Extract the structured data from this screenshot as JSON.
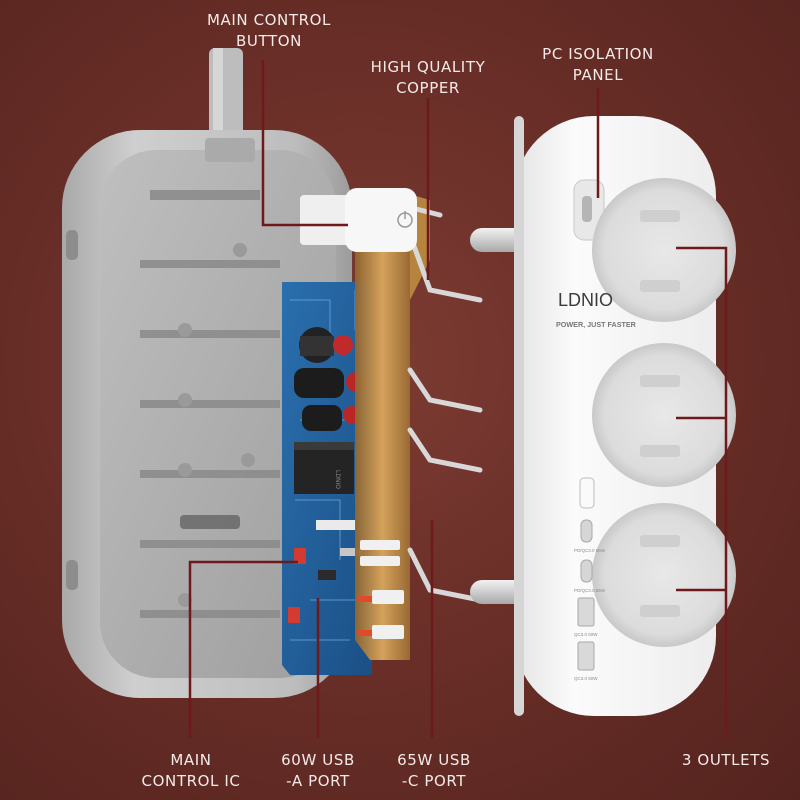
{
  "labels": {
    "main_control_button": [
      "MAIN CONTROL",
      "BUTTON"
    ],
    "high_quality_copper": [
      "HIGH QUALITY",
      "COPPER"
    ],
    "pc_isolation_panel": [
      "PC ISOLATION",
      "PANEL"
    ],
    "main_control_ic": [
      "MAIN",
      "CONTROL IC"
    ],
    "usb_a_port": [
      "60W USB",
      "-A PORT"
    ],
    "usb_c_port": [
      "65W USB",
      "-C PORT"
    ],
    "outlets": [
      "3 OUTLETS"
    ]
  },
  "panel": {
    "brand": "LDNIO",
    "slogan": "POWER, JUST FASTER",
    "port_marks": [
      "PD/QC3.0 65W",
      "PD/QC3.0 65W",
      "QC3.0 60W",
      "QC3.0 60W"
    ]
  },
  "pcb_chip_text": "LDNIO",
  "colors": {
    "background": "#6a2f28",
    "leader_lines": "#6e1a1d",
    "label_text": "#f4ebe8",
    "pcb": "#1f5f9a",
    "copper": "#c4914a",
    "housing": "#d8d8d8",
    "panel": "#f6f6f6"
  }
}
